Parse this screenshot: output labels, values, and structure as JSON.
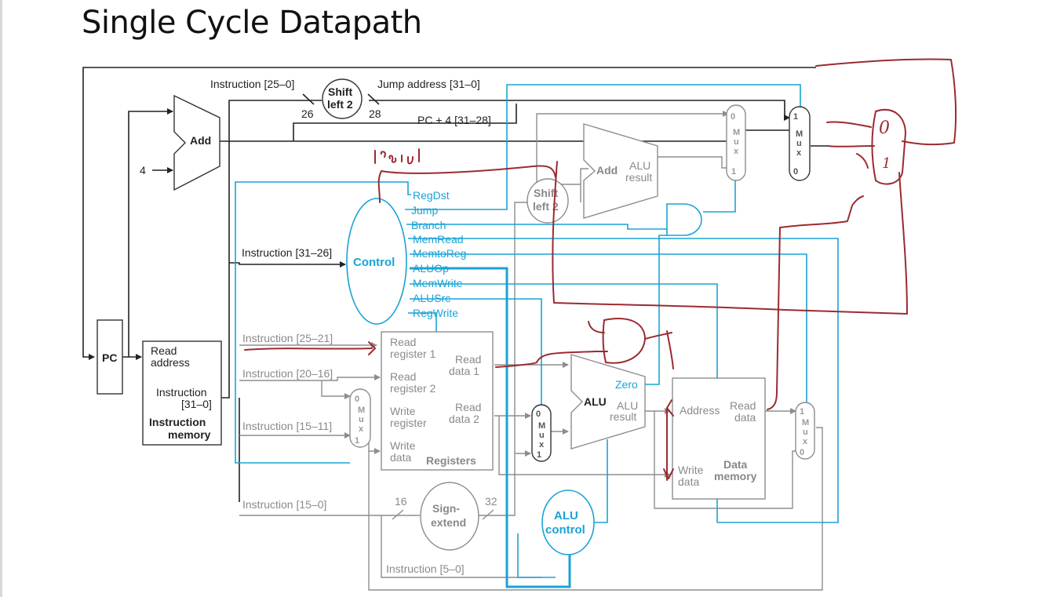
{
  "title": "Single Cycle Datapath",
  "labels": {
    "instr_25_0": "Instruction [25–0]",
    "jump_addr": "Jump address [31–0]",
    "shift_left2_top": "Shift",
    "shift_left2_bot": "left 2",
    "w26": "26",
    "w28": "28",
    "pc4": "PC + 4 [31–28]",
    "add": "Add",
    "four": "4",
    "regdst": "RegDst",
    "jump": "Jump",
    "branch": "Branch",
    "memread": "MemRead",
    "memtoreg": "MemtoReg",
    "aluop": "ALUOp",
    "memwrite": "MemWrite",
    "alusrc": "ALUSrc",
    "regwrite": "RegWrite",
    "control": "Control",
    "instr_31_26": "Instruction [31–26]",
    "instr_25_21": "Instruction [25–21]",
    "instr_20_16": "Instruction [20–16]",
    "instr_15_11": "Instruction [15–11]",
    "instr_15_0": "Instruction [15–0]",
    "instr_5_0": "Instruction [5–0]",
    "pc": "PC",
    "read": "Read",
    "address": "address",
    "instruction": "Instruction",
    "bits31_0": "[31–0]",
    "instr_mem1": "Instruction",
    "instr_mem2": "memory",
    "read_reg1a": "Read",
    "read_reg1b": "register 1",
    "read_reg2a": "Read",
    "read_reg2b": "register 2",
    "write_rega": "Write",
    "write_regb": "register",
    "write_dataa": "Write",
    "write_datab": "data",
    "read_data1a": "Read",
    "read_data1b": "data 1",
    "read_data2a": "Read",
    "read_data2b": "data 2",
    "registers": "Registers",
    "alu": "ALU",
    "alu_result_a": "ALU",
    "alu_result_b": "result",
    "zero": "Zero",
    "add_alu": "Add",
    "add_alu_res_a": "ALU",
    "add_alu_res_b": "result",
    "shift2_top": "Shift",
    "shift2_bot": "left 2",
    "mem_address": "Address",
    "mem_read_a": "Read",
    "mem_read_b": "data",
    "mem_write_a": "Write",
    "mem_write_b": "data",
    "data_mem_a": "Data",
    "data_mem_b": "memory",
    "sign_a": "Sign-",
    "sign_b": "extend",
    "w16": "16",
    "w32": "32",
    "alu_ctrl_a": "ALU",
    "alu_ctrl_b": "control",
    "mux": "M u x",
    "zero_in": "0",
    "one_in": "1"
  },
  "annotations": {
    "handwritten_jrsel": "jrsel",
    "handwritten_mux0": "0",
    "handwritten_mux1": "1"
  },
  "colors": {
    "control_signal": "#1aa3d6",
    "datapath": "#222222",
    "inactive_path": "#8d8d8d",
    "handwritten_ink": "#9b2b30"
  }
}
